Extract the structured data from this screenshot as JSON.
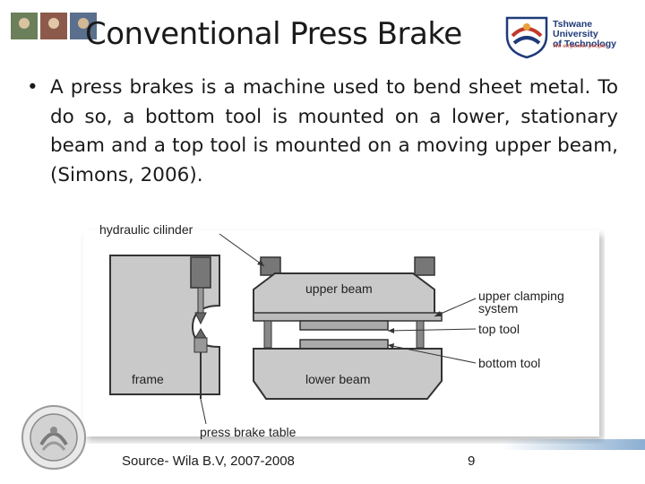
{
  "slide": {
    "title": "Conventional Press Brake",
    "bullet_symbol": "•",
    "paragraph": "A press brakes is a machine used to bend sheet metal. To do so, a bottom tool is mounted on a lower, stationary beam and a top tool is mounted on a moving upper beam, (Simons, 2006).",
    "logo": {
      "university_line1": "Tshwane University",
      "university_line2": "of Technology",
      "tagline": "We empower people"
    },
    "footer": {
      "source": "Source- Wila B.V, 2007-2008",
      "page_number": "9"
    }
  },
  "figure": {
    "labels": {
      "hydraulic_cylinder": "hydraulic cilinder",
      "upper_beam": "upper beam",
      "upper_clamping_1": "upper clamping",
      "upper_clamping_2": "system",
      "top_tool": "top tool",
      "bottom_tool": "bottom tool",
      "frame": "frame",
      "lower_beam": "lower beam",
      "press_brake_table": "press brake table"
    }
  },
  "colors": {
    "figure_fill": "#c9c9c9",
    "figure_stroke": "#333333",
    "logo_blue": "#1e3a78",
    "logo_red": "#c0392b"
  }
}
